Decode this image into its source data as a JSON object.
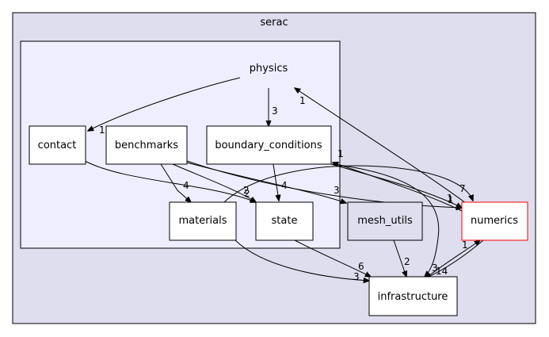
{
  "clusters": {
    "outer": {
      "label": "serac"
    },
    "inner": {
      "label": "physics"
    }
  },
  "nodes": {
    "contact": "contact",
    "benchmarks": "benchmarks",
    "boundary_conditions": "boundary_conditions",
    "materials": "materials",
    "state": "state",
    "mesh_utils": "mesh_utils",
    "numerics": "numerics",
    "infrastructure": "infrastructure"
  },
  "edge_labels": {
    "physics_contact": "1",
    "physics_bc": "3",
    "numerics_physics": "1",
    "bench_materials": "4",
    "bench_state": "2",
    "bench_mesh": "3",
    "bench_numerics": "1",
    "contact_state": "2",
    "bc_state": "4",
    "bc_numerics": "1",
    "numerics_bc": "1",
    "materials_numerics": "7",
    "bc_infra": "3",
    "state_infra": "6",
    "materials_infra": "3",
    "mesh_infra": "2",
    "infra_numerics": "1",
    "numerics_infra": "14"
  },
  "colors": {
    "outer_fill": "#dedeee",
    "inner_fill": "#eeeeff",
    "node_fill": "#ffffff",
    "mesh_fill": "#dedeee",
    "numerics_border": "#ff0000"
  }
}
